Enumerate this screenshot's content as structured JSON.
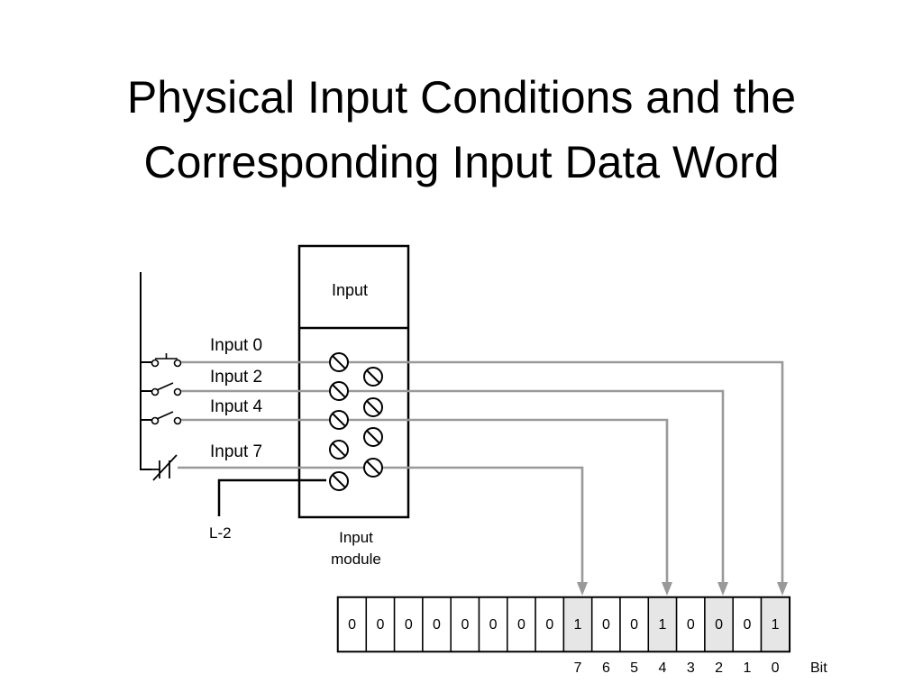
{
  "title": {
    "line1": "Physical Input Conditions and the",
    "line2": "Corresponding Input Data Word"
  },
  "module": {
    "header_label": "Input",
    "caption_line1": "Input",
    "caption_line2": "module"
  },
  "inputs": [
    {
      "label": "Input 0",
      "bit": 0,
      "switch": "closed-pushbutton"
    },
    {
      "label": "Input 2",
      "bit": 2,
      "switch": "open-switch"
    },
    {
      "label": "Input 4",
      "bit": 4,
      "switch": "open-switch"
    },
    {
      "label": "Input 7",
      "bit": 7,
      "switch": "normally-closed-contact"
    }
  ],
  "common_label": "L-2",
  "word": {
    "bits": [
      "0",
      "0",
      "0",
      "0",
      "0",
      "0",
      "0",
      "0",
      "1",
      "0",
      "0",
      "1",
      "0",
      "0",
      "0",
      "1"
    ],
    "highlighted_cells": [
      8,
      11,
      13,
      15
    ],
    "bit_numbers": [
      "7",
      "6",
      "5",
      "4",
      "3",
      "2",
      "1",
      "0"
    ],
    "bit_numbers_label": "Bit"
  },
  "colors": {
    "wire": "#999999",
    "highlight": "#e6e6e6",
    "line": "#000000"
  }
}
